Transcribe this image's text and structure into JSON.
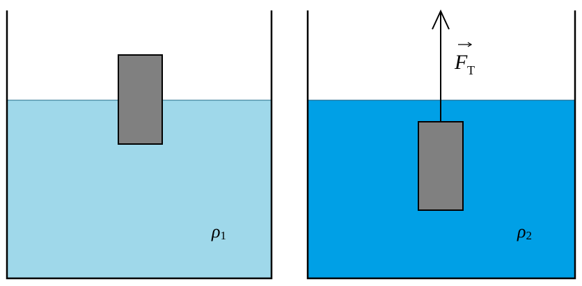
{
  "left_container": {
    "liquid_color": "#9fd8ea",
    "density_symbol": "ρ",
    "density_subscript": "1"
  },
  "right_container": {
    "liquid_color": "#00a0e6",
    "density_symbol": "ρ",
    "density_subscript": "2",
    "force_symbol": "F",
    "force_subscript": "T"
  },
  "colors": {
    "block": "#808080",
    "outline": "#000000"
  }
}
